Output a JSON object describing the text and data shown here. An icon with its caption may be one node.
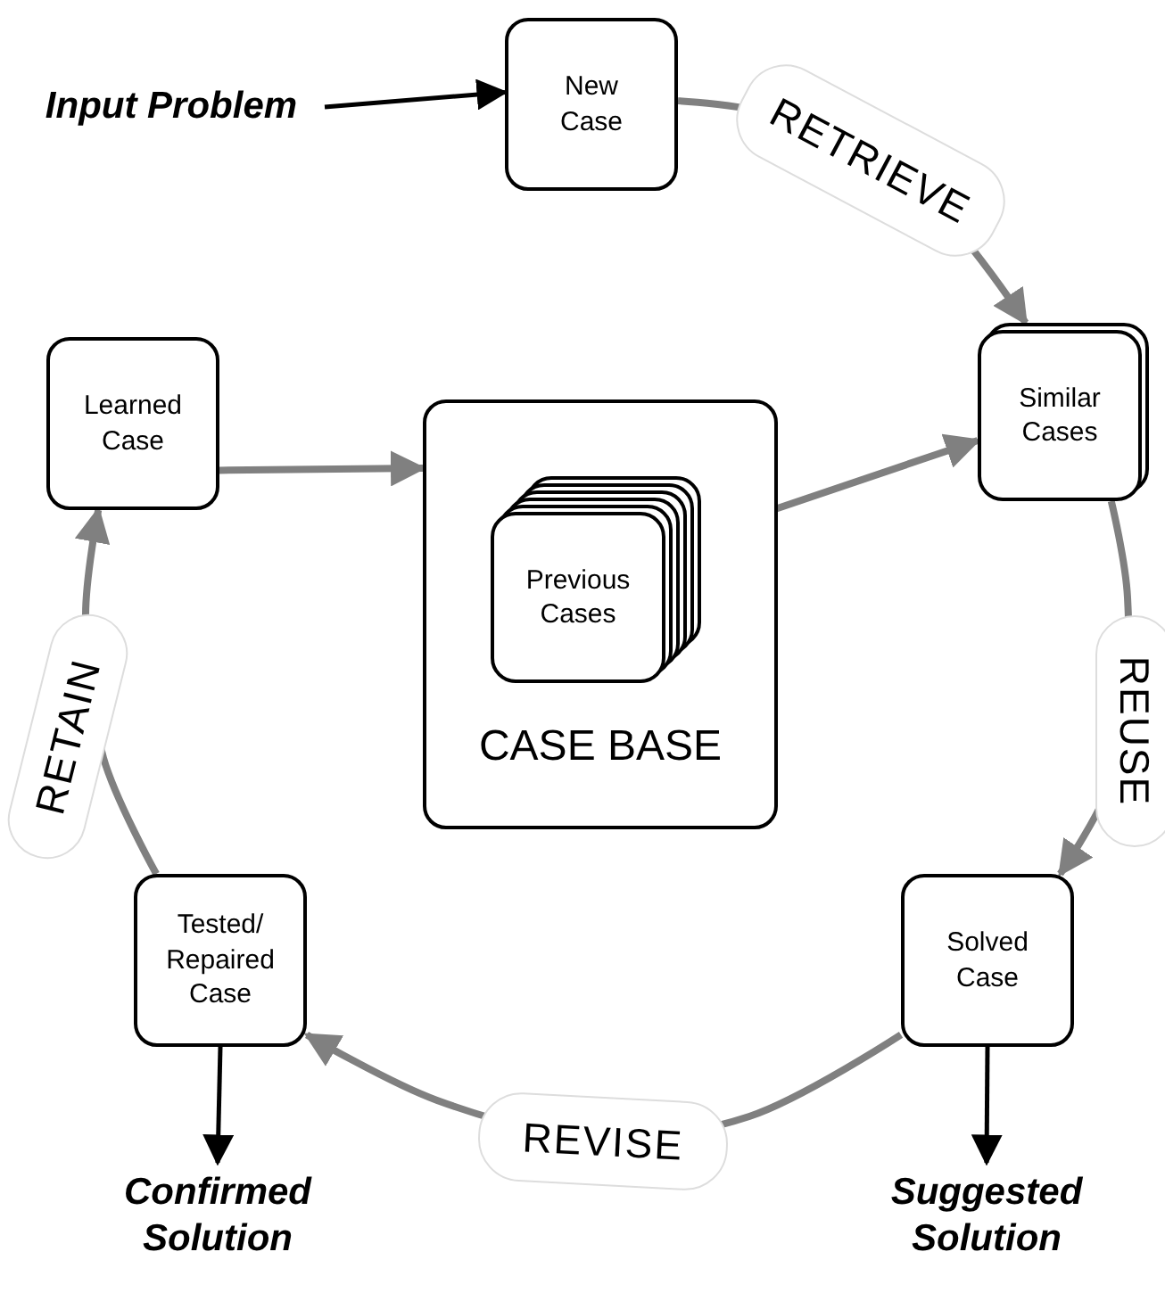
{
  "diagram": {
    "nodes": [
      {
        "text": [
          "Input Problem"
        ]
      },
      {
        "text": [
          "New Case"
        ]
      },
      {
        "text": [
          "Similar Cases"
        ]
      },
      {
        "text": [
          "Learned Case"
        ]
      },
      {
        "text": [
          "CASE BASE"
        ]
      },
      {
        "text": [
          "Previous Cases"
        ],
        "in": 4
      },
      {
        "text": [
          "Solved Case"
        ]
      },
      {
        "text": [
          "Tested/ Repaired Case"
        ]
      },
      {
        "text": [
          "Confirmed Solution"
        ]
      },
      {
        "text": [
          "Suggested Solution"
        ]
      }
    ],
    "edges": [
      {
        "from": 0,
        "to": 1,
        "arrow": "to",
        "color": "#000000"
      },
      {
        "from": 1,
        "to": 2,
        "arrow": "to",
        "label": "RETRIEVE"
      },
      {
        "from": 2,
        "to": 6,
        "arrow": "to",
        "label": "REUSE"
      },
      {
        "from": 6,
        "to": 7,
        "arrow": "to",
        "label": "REVISE"
      },
      {
        "from": 7,
        "to": 3,
        "arrow": "to",
        "label": "RETAIN"
      },
      {
        "from": 3,
        "to": 4,
        "arrow": "to"
      },
      {
        "from": 5,
        "to": 2,
        "arrow": "to"
      },
      {
        "from": 7,
        "to": 8,
        "arrow": "to",
        "color": "#000000"
      },
      {
        "from": 6,
        "to": 9,
        "arrow": "to",
        "color": "#000000"
      }
    ]
  }
}
